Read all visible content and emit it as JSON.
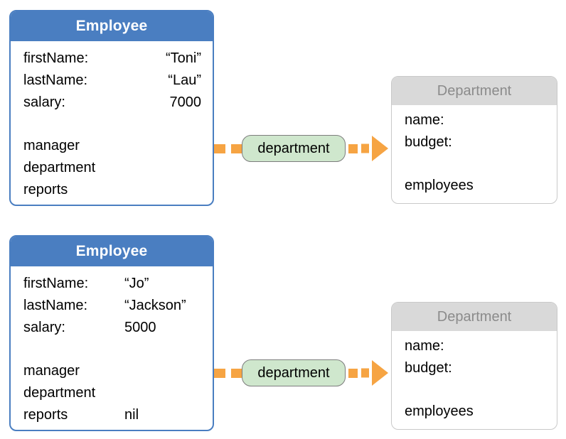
{
  "colors": {
    "entity_header_blue": "#4a7ec1",
    "entity_border_blue": "#4a7ec1",
    "department_header_gray": "#d9d9d9",
    "department_title_gray": "#8b8b8b",
    "arrow_orange": "#f6a443",
    "relationship_pill_green": "#cfe7cd",
    "pill_border_gray": "#7d7d7d"
  },
  "rows": [
    {
      "employee": {
        "title": "Employee",
        "attributes": [
          {
            "label": "firstName:",
            "value": "“Toni”"
          },
          {
            "label": "lastName:",
            "value": "“Lau”"
          },
          {
            "label": "salary:",
            "value": "7000"
          }
        ],
        "relationships": [
          {
            "label": "manager",
            "value": ""
          },
          {
            "label": "department",
            "value": ""
          },
          {
            "label": "reports",
            "value": ""
          }
        ]
      },
      "arrow_label": "department",
      "department": {
        "title": "Department",
        "attributes": [
          {
            "label": "name:"
          },
          {
            "label": "budget:"
          }
        ],
        "relationships": [
          {
            "label": "employees"
          }
        ]
      }
    },
    {
      "employee": {
        "title": "Employee",
        "attributes": [
          {
            "label": "firstName:",
            "value": "“Jo”"
          },
          {
            "label": "lastName:",
            "value": "“Jackson”"
          },
          {
            "label": "salary:",
            "value": "5000"
          }
        ],
        "relationships": [
          {
            "label": "manager",
            "value": ""
          },
          {
            "label": "department",
            "value": ""
          },
          {
            "label": "reports",
            "value": "nil"
          }
        ]
      },
      "arrow_label": "department",
      "department": {
        "title": "Department",
        "attributes": [
          {
            "label": "name:"
          },
          {
            "label": "budget:"
          }
        ],
        "relationships": [
          {
            "label": "employees"
          }
        ]
      }
    }
  ]
}
